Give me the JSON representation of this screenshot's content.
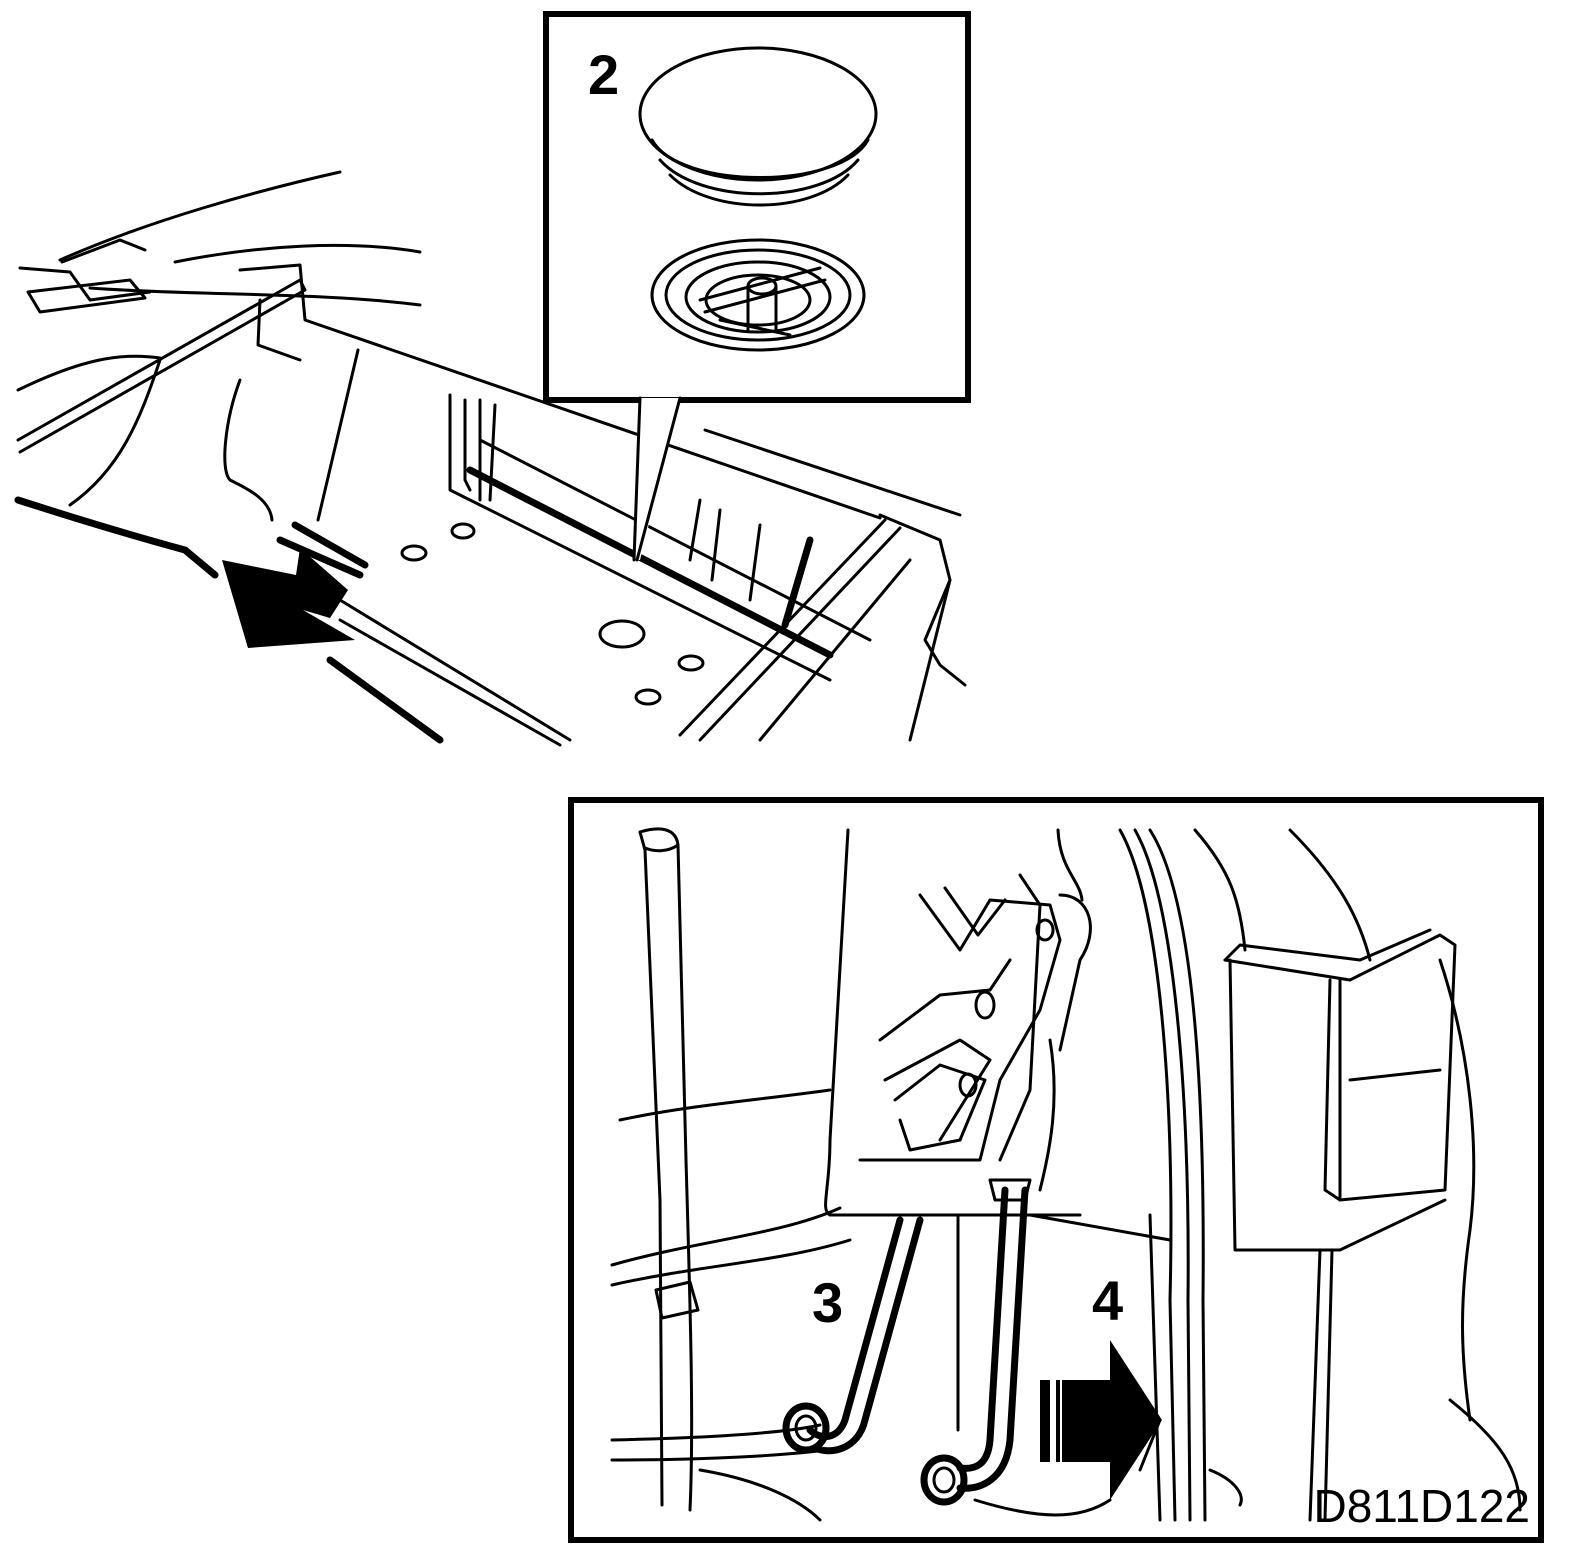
{
  "figure": {
    "callouts": {
      "plug": "2",
      "drain_hose": "3",
      "hose_routing": "4"
    },
    "drawing_code": "D811D122"
  }
}
